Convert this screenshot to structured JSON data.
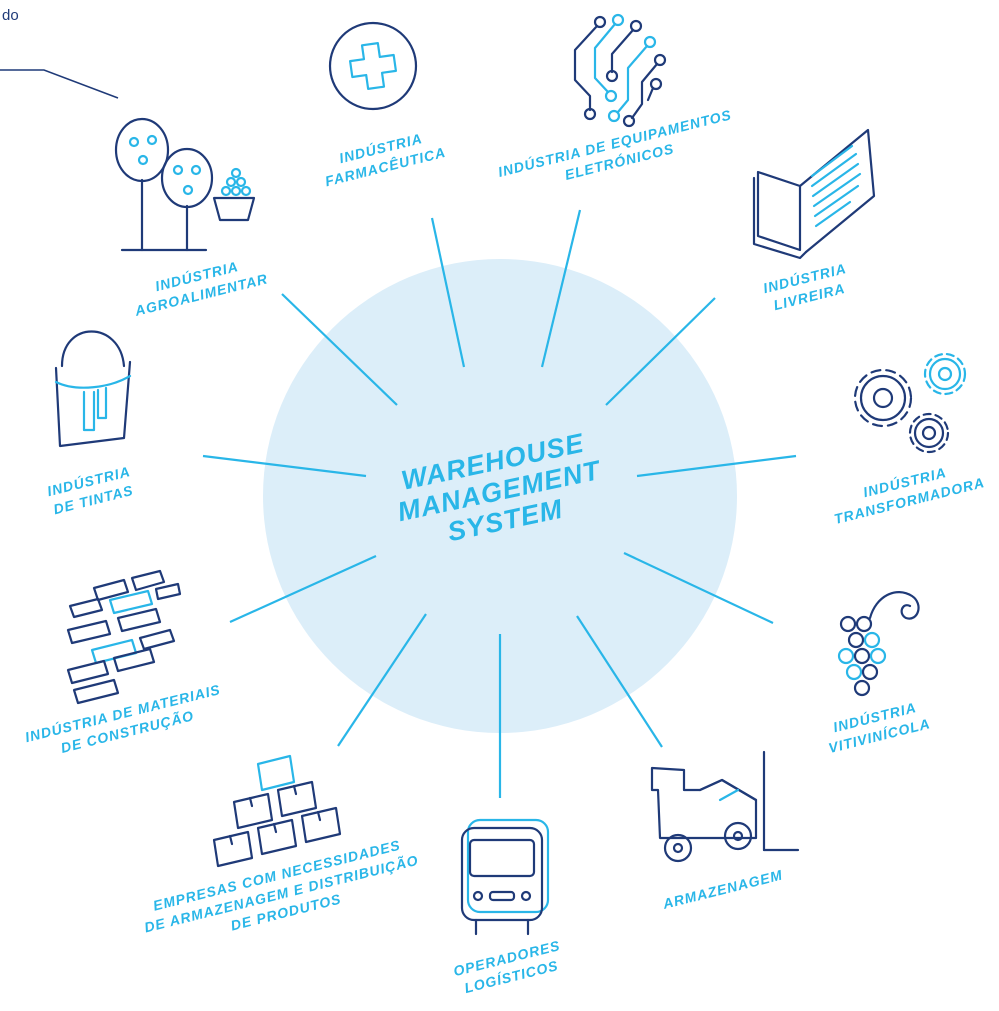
{
  "center_lines": [
    "WAREHOUSE",
    "MANAGEMENT",
    "SYSTEM"
  ],
  "corner_note": "do",
  "sectors": [
    {
      "name": "agro",
      "icon": "trees-basket-icon",
      "lines": [
        "INDÚSTRIA",
        "AGROALIMENTAR"
      ]
    },
    {
      "name": "pharma",
      "icon": "medical-cross-icon",
      "lines": [
        "INDÚSTRIA",
        "FARMACÊUTICA"
      ]
    },
    {
      "name": "electronics",
      "icon": "circuit-icon",
      "lines": [
        "INDÚSTRIA DE EQUIPAMENTOS",
        "ELETRÓNICOS"
      ]
    },
    {
      "name": "books",
      "icon": "open-book-icon",
      "lines": [
        "INDÚSTRIA",
        "LIVREIRA"
      ]
    },
    {
      "name": "transform",
      "icon": "gears-icon",
      "lines": [
        "INDÚSTRIA",
        "TRANSFORMADORA"
      ]
    },
    {
      "name": "wine",
      "icon": "grapes-icon",
      "lines": [
        "INDÚSTRIA",
        "VITIVINÍCOLA"
      ]
    },
    {
      "name": "storage",
      "icon": "forklift-icon",
      "lines": [
        "ARMAZENAGEM"
      ]
    },
    {
      "name": "logistics",
      "icon": "truck-front-icon",
      "lines": [
        "OPERADORES",
        "LOGÍSTICOS"
      ]
    },
    {
      "name": "distribution",
      "icon": "boxes-stack-icon",
      "lines": [
        "EMPRESAS COM NECESSIDADES",
        "DE ARMAZENAGEM E DISTRIBUIÇÃO",
        "DE PRODUTOS"
      ]
    },
    {
      "name": "construction",
      "icon": "bricks-icon",
      "lines": [
        "INDÚSTRIA DE MATERIAIS",
        "DE CONSTRUÇÃO"
      ]
    },
    {
      "name": "paint",
      "icon": "paint-bucket-icon",
      "lines": [
        "INDÚSTRIA",
        "DE TINTAS"
      ]
    }
  ],
  "colors": {
    "navy": "#1f3a78",
    "cyan": "#29b6e8",
    "circle": "#dceef9"
  }
}
